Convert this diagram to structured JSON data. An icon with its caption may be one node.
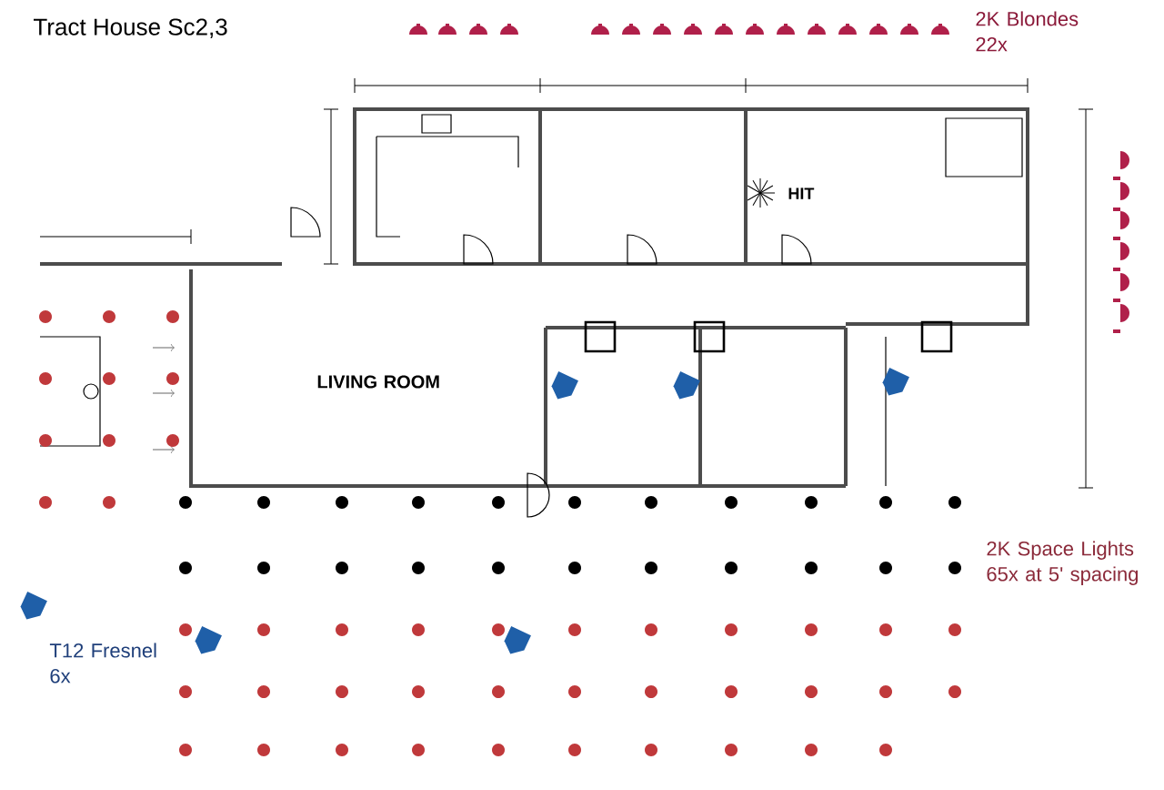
{
  "diagram": {
    "title": "Tract House Sc2,3",
    "labels": [
      "2K Blondes 22x",
      "HIT",
      "LIVING ROOM",
      "2K Space Lights 65x at 5' spacing",
      "T12 Fresnel 6x"
    ]
  }
}
